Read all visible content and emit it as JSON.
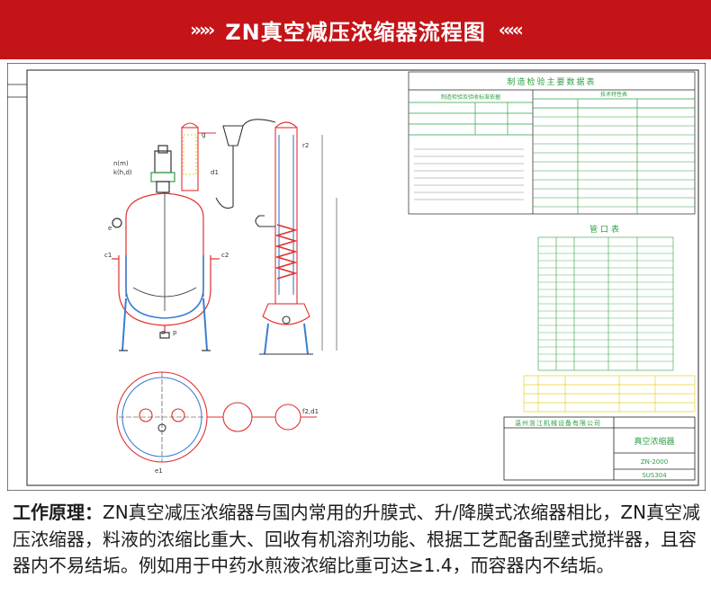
{
  "header": {
    "left_chevrons": "»»›",
    "title": "ZN真空减压浓缩器流程图",
    "right_chevrons": "‹««"
  },
  "drawing": {
    "table_main_title": "制造检验主要数据表",
    "table_sub_left": "制造检验及验收标准依据",
    "table_sub_right": "技术特性表",
    "nozzle_table_title": "管口表",
    "title_block_company": "温州浙江机械设备有限公司",
    "title_block_name": "真空浓缩器",
    "title_block_model": "ZN-2000",
    "title_block_material": "SUS304",
    "labels": {
      "n": "n(m)",
      "k": "k(h,d)",
      "c1": "c1",
      "c2": "c2",
      "e": "e",
      "o": "o",
      "p": "p",
      "g": "g",
      "d1": "d1",
      "r2": "r2",
      "e1": "e1",
      "f2": "f2,d1"
    }
  },
  "principle": {
    "label": "工作原理：",
    "text": "ZN真空减压浓缩器与国内常用的升膜式、升/降膜式浓缩器相比，ZN真空减压浓缩器，料液的浓缩比重大、回收有机溶剂功能、根据工艺配备刮壁式搅拌器，且容器内不易结垢。例如用于中药水煎液浓缩比重可达≥1.4，而容器内不结垢。"
  },
  "colors": {
    "header_bg": "#c41418",
    "drawing_line": "#e03030",
    "drawing_blue": "#3a7fd0",
    "drawing_green": "#2ea043",
    "drawing_yellow": "#e8d22a"
  }
}
